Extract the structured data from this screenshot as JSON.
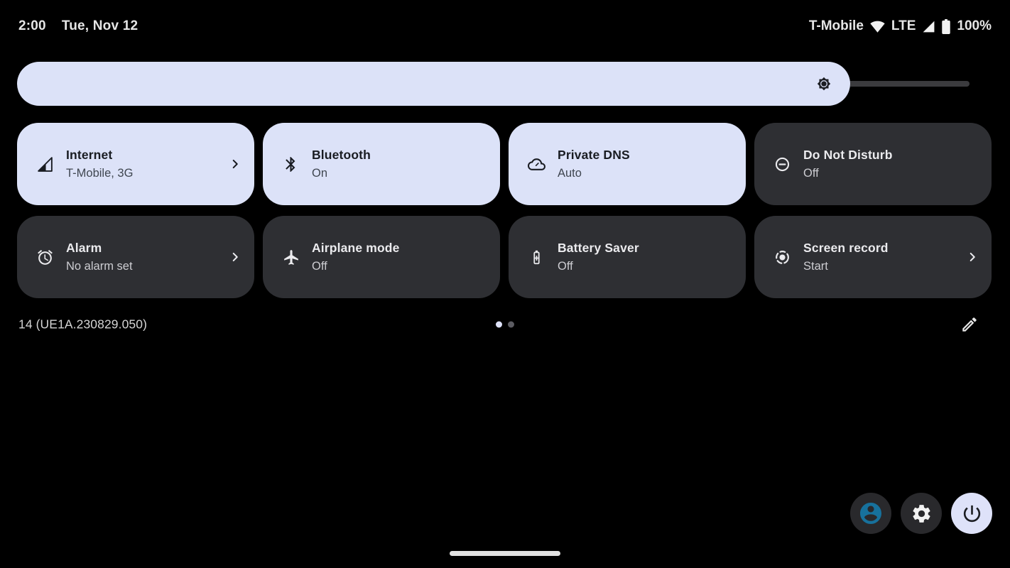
{
  "status_bar": {
    "time": "2:00",
    "date": "Tue, Nov 12",
    "carrier": "T-Mobile",
    "network_type": "LTE",
    "battery_level": "100%"
  },
  "brightness": {
    "fill_ratio": 0.875
  },
  "tiles": [
    {
      "title": "Internet",
      "subtitle": "T-Mobile, 3G",
      "state": "active",
      "icon": "signal-cellular-icon",
      "chevron": true
    },
    {
      "title": "Bluetooth",
      "subtitle": "On",
      "state": "active",
      "icon": "bluetooth-icon",
      "chevron": false
    },
    {
      "title": "Private DNS",
      "subtitle": "Auto",
      "state": "active",
      "icon": "cloud-icon",
      "chevron": false
    },
    {
      "title": "Do Not Disturb",
      "subtitle": "Off",
      "state": "inactive",
      "icon": "do-not-disturb-icon",
      "chevron": false
    },
    {
      "title": "Alarm",
      "subtitle": "No alarm set",
      "state": "inactive",
      "icon": "alarm-icon",
      "chevron": true
    },
    {
      "title": "Airplane mode",
      "subtitle": "Off",
      "state": "inactive",
      "icon": "airplane-icon",
      "chevron": false
    },
    {
      "title": "Battery Saver",
      "subtitle": "Off",
      "state": "inactive",
      "icon": "battery-saver-icon",
      "chevron": false
    },
    {
      "title": "Screen record",
      "subtitle": "Start",
      "state": "inactive",
      "icon": "screen-record-icon",
      "chevron": true
    }
  ],
  "footer": {
    "build_number": "14 (UE1A.230829.050)",
    "pages": 2,
    "active_page": 1
  },
  "colors": {
    "background": "#000000",
    "tile_active_bg": "#dce2f8",
    "tile_inactive_bg": "#2e2f33",
    "power_button_bg": "#dee2f9",
    "button_dark_bg": "#29292c",
    "avatar_icon": "#17719c",
    "slider_track": "#3b3b3e",
    "active_text": "#191c22",
    "inactive_text": "#ebebee",
    "statusbar_text": "#e6e6e6"
  }
}
